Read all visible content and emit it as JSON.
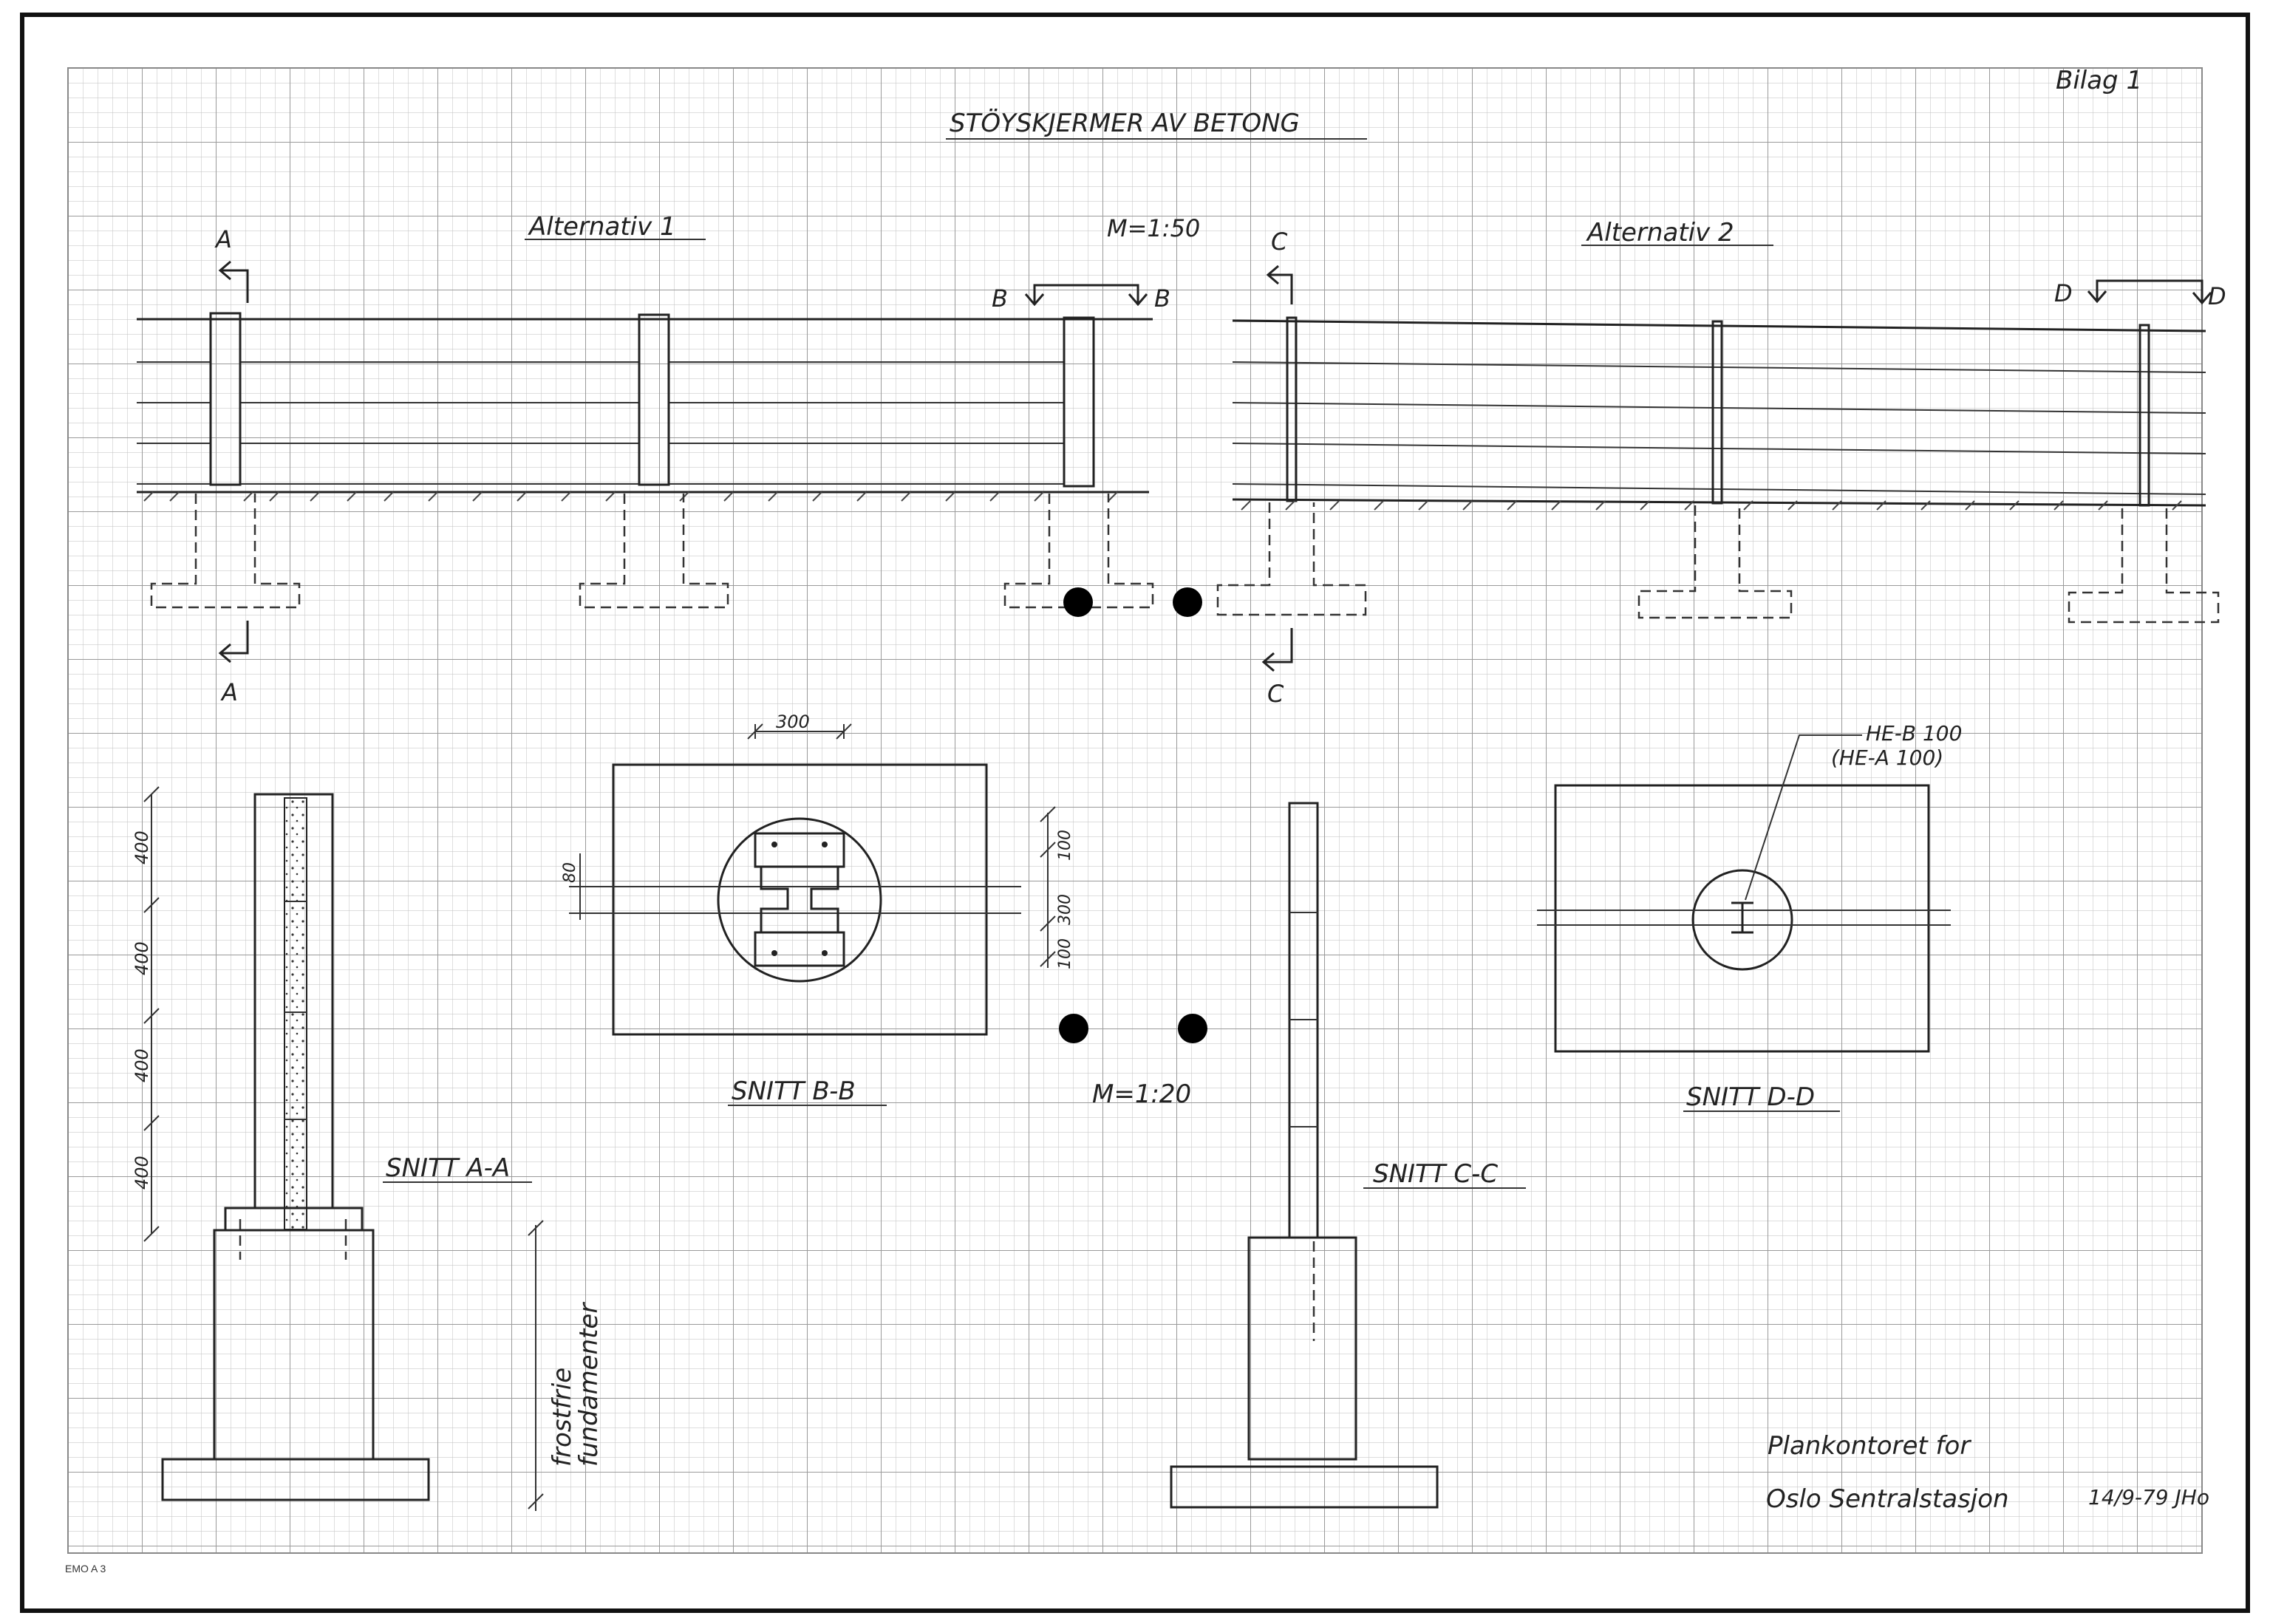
{
  "sheet_label": "Bilag 1",
  "title": "STÖYSKJERMER AV BETONG",
  "elevation": {
    "alt1_label": "Alternativ 1",
    "alt2_label": "Alternativ 2",
    "scale_label": "M=1:50",
    "cuts": {
      "a_top": "A",
      "a_bottom": "A",
      "b_left": "B",
      "b_right": "B",
      "c_top": "C",
      "c_bottom": "C",
      "d_left": "D",
      "d_right": "D"
    }
  },
  "sections": {
    "aa_label": "SNITT A-A",
    "bb_label": "SNITT B-B",
    "cc_label": "SNITT C-C",
    "dd_label": "SNITT D-D",
    "scale_label": "M=1:20",
    "aa_dims": [
      "400",
      "400",
      "400",
      "400"
    ],
    "frost_label_1": "frostfrie",
    "frost_label_2": "fundamenter",
    "bb_dim_top": "300",
    "bb_dim_left": "80",
    "bb_dims_right": [
      "100",
      "300",
      "100"
    ],
    "dd_profile_1": "HE-B 100",
    "dd_profile_2": "(HE-A 100)"
  },
  "signature": {
    "line1": "Plankontoret for",
    "line2": "Oslo Sentralstasjon",
    "date": "14/9-79 JHo"
  },
  "paper_code": "EMO A 3",
  "colors": {
    "grid_minor": "#c9c9c9",
    "grid_major": "#9a9a9a",
    "ink": "#222222"
  }
}
